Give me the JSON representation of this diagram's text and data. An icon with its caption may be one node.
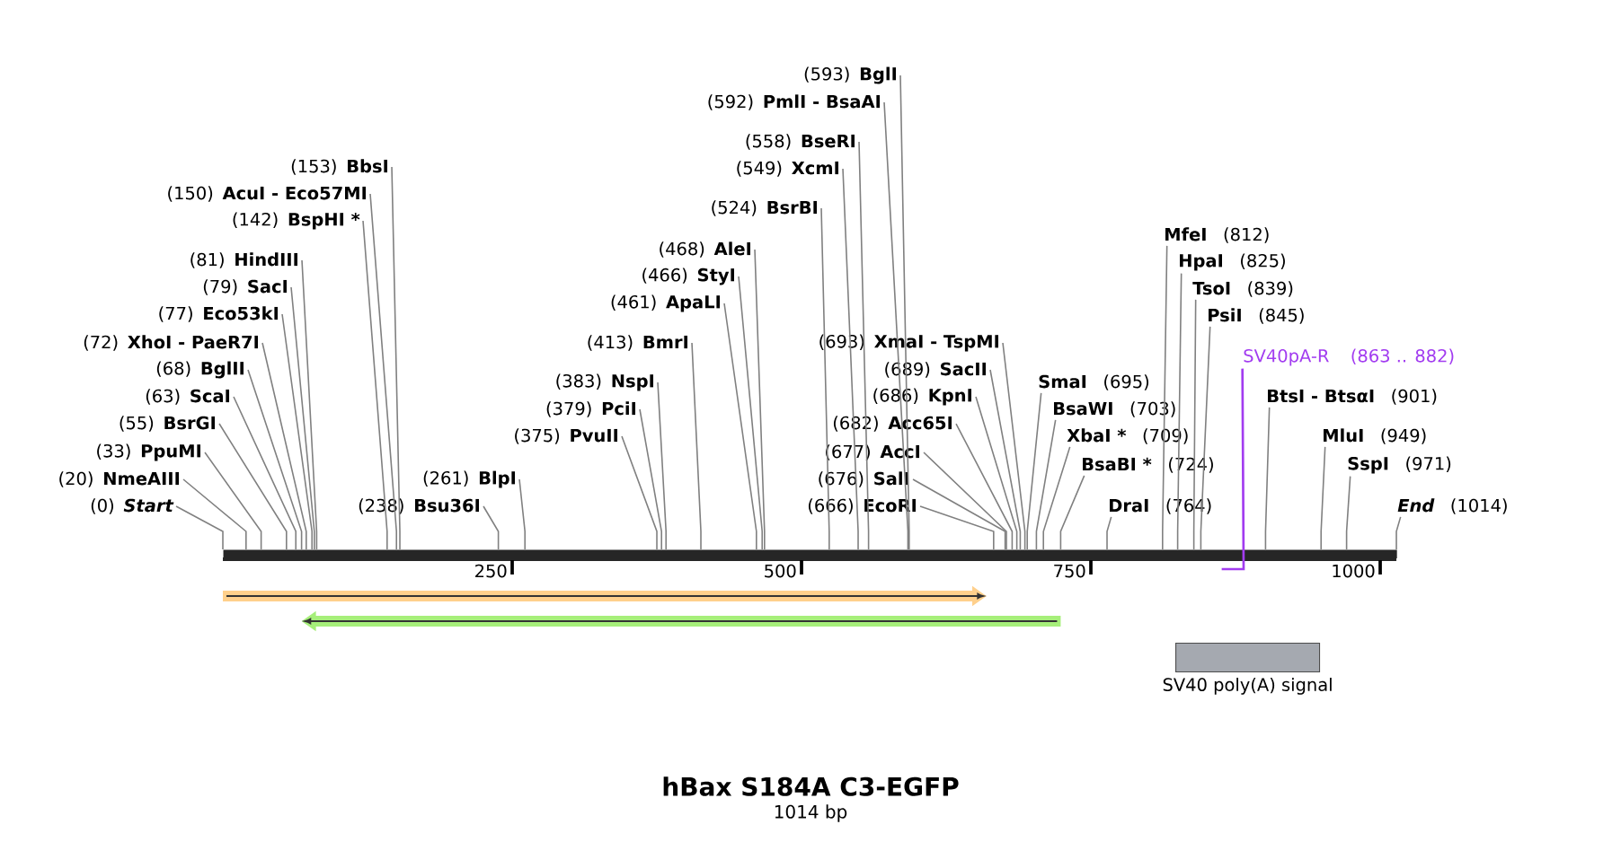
{
  "diagram": {
    "title": "hBax S184A C3-EGFP",
    "caption": "1014 bp",
    "nodes": [
      {
        "text": [],
        "shape": "bar"
      },
      {
        "text": [
          "(0)",
          "Start"
        ]
      },
      {
        "text": [
          "(20)",
          "NmeAIII"
        ]
      },
      {
        "text": [
          "(33)",
          "PpuMI"
        ]
      },
      {
        "text": [
          "(55)",
          "BsrGI"
        ]
      },
      {
        "text": [
          "(63)",
          "ScaI"
        ]
      },
      {
        "text": [
          "(68)",
          "BglII"
        ]
      },
      {
        "text": [
          "(72)",
          "XhoI - PaeR7I"
        ]
      },
      {
        "text": [
          "(77)",
          "Eco53kI"
        ]
      },
      {
        "text": [
          "(79)",
          "SacI"
        ]
      },
      {
        "text": [
          "(81)",
          "HindIII"
        ]
      },
      {
        "text": [
          "(142)",
          "BspHI *"
        ]
      },
      {
        "text": [
          "(150)",
          "AcuI - Eco57MI"
        ]
      },
      {
        "text": [
          "(153)",
          "BbsI"
        ]
      },
      {
        "text": [
          "(238)",
          "Bsu36I"
        ]
      },
      {
        "text": [
          "(261)",
          "BlpI"
        ]
      },
      {
        "text": [
          "(375)",
          "PvuII"
        ]
      },
      {
        "text": [
          "(379)",
          "PciI"
        ]
      },
      {
        "text": [
          "(383)",
          "NspI"
        ]
      },
      {
        "text": [
          "(413)",
          "BmrI"
        ]
      },
      {
        "text": [
          "(461)",
          "ApaLI"
        ]
      },
      {
        "text": [
          "(466)",
          "StyI"
        ]
      },
      {
        "text": [
          "(468)",
          "AleI"
        ]
      },
      {
        "text": [
          "(524)",
          "BsrBI"
        ]
      },
      {
        "text": [
          "(549)",
          "XcmI"
        ]
      },
      {
        "text": [
          "(558)",
          "BseRI"
        ]
      },
      {
        "text": [
          "(592)",
          "PmlI - BsaAI"
        ]
      },
      {
        "text": [
          "(593)",
          "BglI"
        ]
      },
      {
        "text": [
          "(666)",
          "EcoRI"
        ]
      },
      {
        "text": [
          "(676)",
          "SalI"
        ]
      },
      {
        "text": [
          "(677)",
          "AccI"
        ]
      },
      {
        "text": [
          "(682)",
          "Acc65I"
        ]
      },
      {
        "text": [
          "(686)",
          "KpnI"
        ]
      },
      {
        "text": [
          "(689)",
          "SacII"
        ]
      },
      {
        "text": [
          "(693)",
          "XmaI - TspMI"
        ]
      },
      {
        "text": [
          "SmaI",
          "(695)"
        ]
      },
      {
        "text": [
          "BsaWI",
          "(703)"
        ]
      },
      {
        "text": [
          "XbaI *",
          "(709)"
        ]
      },
      {
        "text": [
          "BsaBI *",
          "(724)"
        ]
      },
      {
        "text": [
          "DraI",
          "(764)"
        ]
      },
      {
        "text": [
          "MfeI",
          "(812)"
        ]
      },
      {
        "text": [
          "HpaI",
          "(825)"
        ]
      },
      {
        "text": [
          "TsoI",
          "(839)"
        ]
      },
      {
        "text": [
          "PsiI",
          "(845)"
        ]
      },
      {
        "text": [
          "SV40pA-R",
          "(863 .. 882)"
        ]
      },
      {
        "text": [
          "BtsI - BtsαI",
          "(901)"
        ]
      },
      {
        "text": [
          "MluI",
          "(949)"
        ]
      },
      {
        "text": [
          "SspI",
          "(971)"
        ]
      },
      {
        "text": [
          "End",
          "(1014)"
        ]
      },
      {
        "text": [
          "SV40 poly(A) signal"
        ]
      }
    ],
    "edges": [
      {
        "from": 1,
        "to": 0,
        "arrow": "none"
      },
      {
        "from": 2,
        "to": 0,
        "arrow": "none"
      },
      {
        "from": 3,
        "to": 0,
        "arrow": "none"
      },
      {
        "from": 4,
        "to": 0,
        "arrow": "none"
      },
      {
        "from": 5,
        "to": 0,
        "arrow": "none"
      },
      {
        "from": 6,
        "to": 0,
        "arrow": "none"
      },
      {
        "from": 7,
        "to": 0,
        "arrow": "none"
      },
      {
        "from": 8,
        "to": 0,
        "arrow": "none"
      },
      {
        "from": 9,
        "to": 0,
        "arrow": "none"
      },
      {
        "from": 10,
        "to": 0,
        "arrow": "none"
      },
      {
        "from": 11,
        "to": 0,
        "arrow": "none"
      },
      {
        "from": 12,
        "to": 0,
        "arrow": "none"
      },
      {
        "from": 13,
        "to": 0,
        "arrow": "none"
      },
      {
        "from": 14,
        "to": 0,
        "arrow": "none"
      },
      {
        "from": 15,
        "to": 0,
        "arrow": "none"
      },
      {
        "from": 16,
        "to": 0,
        "arrow": "none"
      },
      {
        "from": 17,
        "to": 0,
        "arrow": "none"
      },
      {
        "from": 18,
        "to": 0,
        "arrow": "none"
      },
      {
        "from": 19,
        "to": 0,
        "arrow": "none"
      },
      {
        "from": 20,
        "to": 0,
        "arrow": "none"
      },
      {
        "from": 21,
        "to": 0,
        "arrow": "none"
      },
      {
        "from": 22,
        "to": 0,
        "arrow": "none"
      },
      {
        "from": 23,
        "to": 0,
        "arrow": "none"
      },
      {
        "from": 24,
        "to": 0,
        "arrow": "none"
      },
      {
        "from": 25,
        "to": 0,
        "arrow": "none"
      },
      {
        "from": 26,
        "to": 0,
        "arrow": "none"
      },
      {
        "from": 27,
        "to": 0,
        "arrow": "none"
      },
      {
        "from": 28,
        "to": 0,
        "arrow": "none"
      },
      {
        "from": 29,
        "to": 0,
        "arrow": "none"
      },
      {
        "from": 30,
        "to": 0,
        "arrow": "none"
      },
      {
        "from": 31,
        "to": 0,
        "arrow": "none"
      },
      {
        "from": 32,
        "to": 0,
        "arrow": "none"
      },
      {
        "from": 33,
        "to": 0,
        "arrow": "none"
      },
      {
        "from": 34,
        "to": 0,
        "arrow": "none"
      },
      {
        "from": 35,
        "to": 0,
        "arrow": "none"
      },
      {
        "from": 36,
        "to": 0,
        "arrow": "none"
      },
      {
        "from": 37,
        "to": 0,
        "arrow": "none"
      },
      {
        "from": 38,
        "to": 0,
        "arrow": "none"
      },
      {
        "from": 39,
        "to": 0,
        "arrow": "none"
      },
      {
        "from": 40,
        "to": 0,
        "arrow": "none"
      },
      {
        "from": 41,
        "to": 0,
        "arrow": "none"
      },
      {
        "from": 42,
        "to": 0,
        "arrow": "none"
      },
      {
        "from": 43,
        "to": 0,
        "arrow": "none"
      },
      {
        "from": 44,
        "to": 0,
        "arrow": "none",
        "color": "#a23cf0"
      },
      {
        "from": 45,
        "to": 0,
        "arrow": "none"
      },
      {
        "from": 46,
        "to": 0,
        "arrow": "none"
      },
      {
        "from": 47,
        "to": 0,
        "arrow": "none"
      },
      {
        "from": 48,
        "to": 0,
        "arrow": "none"
      }
    ],
    "labels": [
      "250",
      "500",
      "750",
      "1000"
    ]
  }
}
